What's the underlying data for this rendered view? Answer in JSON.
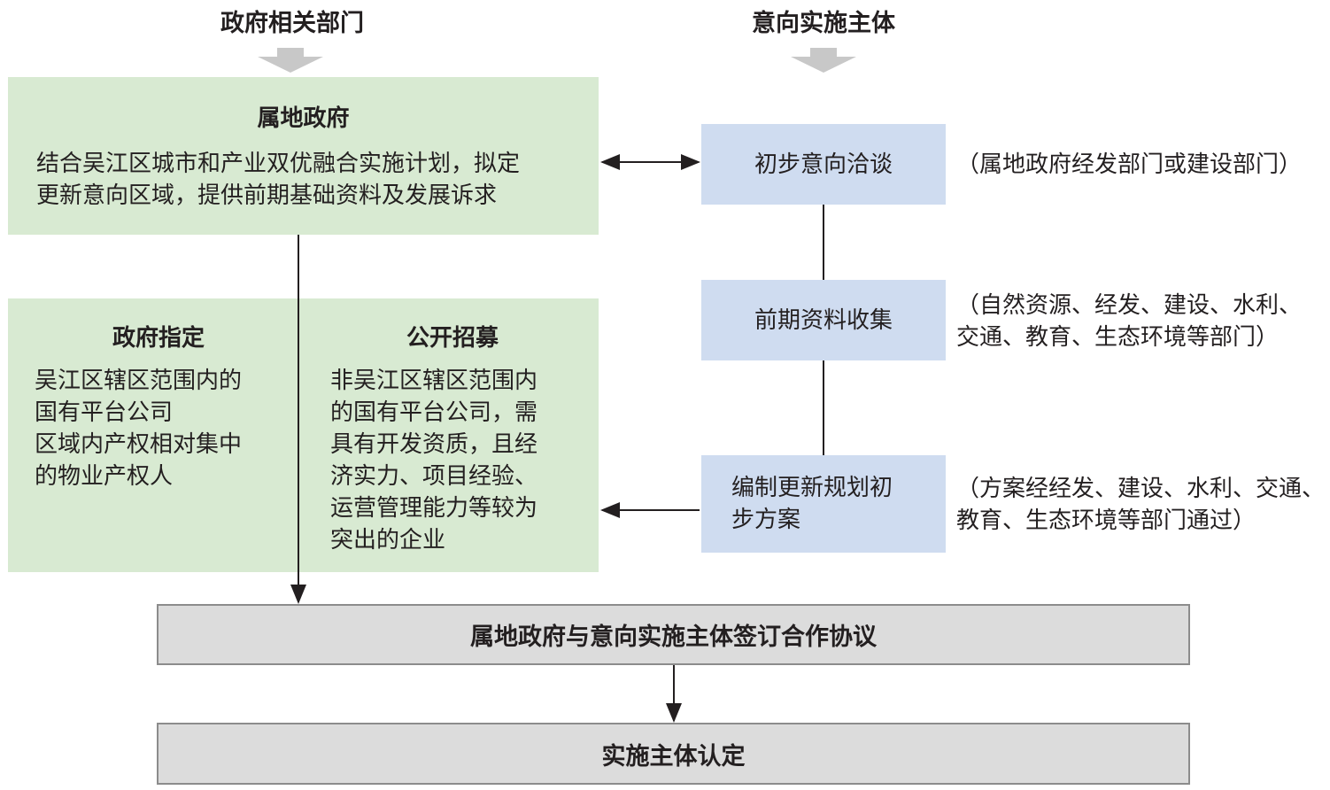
{
  "columns": {
    "left_header": "政府相关部门",
    "right_header": "意向实施主体"
  },
  "local_gov": {
    "title": "属地政府",
    "line1": "结合吴江区城市和产业双优融合实施计划，拟定",
    "line2": "更新意向区域，提供前期基础资料及发展诉求"
  },
  "gov_designate": {
    "title": "政府指定",
    "lines": [
      "吴江区辖区范围内的",
      "国有平台公司",
      "区域内产权相对集中",
      "的物业产权人"
    ]
  },
  "open_recruit": {
    "title": "公开招募",
    "lines": [
      "非吴江区辖区范围内",
      "的国有平台公司，需",
      "具有开发资质，且经",
      "济实力、项目经验、",
      "运营管理能力等较为",
      "突出的企业"
    ]
  },
  "steps": [
    {
      "label_lines": [
        "初步意向洽谈"
      ],
      "note_lines": [
        "（属地政府经发部门或建设部门）"
      ]
    },
    {
      "label_lines": [
        "前期资料收集"
      ],
      "note_lines": [
        "（自然资源、经发、建设、水利、",
        "交通、教育、生态环境等部门）"
      ]
    },
    {
      "label_lines": [
        "编制更新规划初",
        "步方案"
      ],
      "note_lines": [
        "（方案经经发、建设、水利、交通、",
        "教育、生态环境等部门通过）"
      ]
    }
  ],
  "agreement": "属地政府与意向实施主体签订合作协议",
  "confirm": "实施主体认定",
  "colors": {
    "green_box": "#d8ead2",
    "blue_box": "#cfdcf0",
    "grey_box": "#dcdcdc",
    "grey_arrow": "#c8c8c8",
    "line": "#231f20"
  }
}
